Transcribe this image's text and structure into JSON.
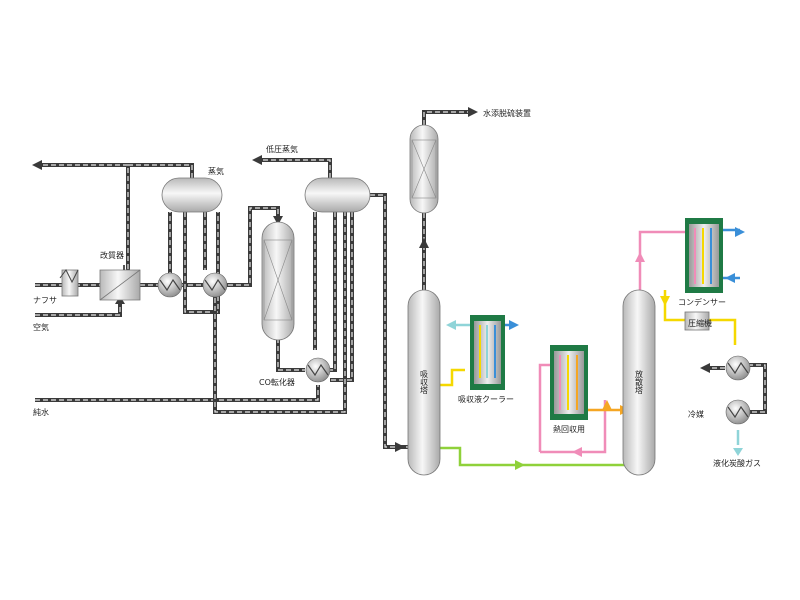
{
  "labels": {
    "naphtha": "ナフサ",
    "air": "空気",
    "pure_water": "純水",
    "reformer": "改質器",
    "steam": "蒸気",
    "low_pressure_steam": "低圧蒸気",
    "co_converter": "CO転化器",
    "hydrodesulfurizer": "水添脱硫装置",
    "absorber": "吸収塔",
    "absorbent_cooler": "吸収液クーラー",
    "heat_recovery": "熱回収用",
    "stripper": "放散塔",
    "condenser": "コンデンサー",
    "compressor": "圧縮機",
    "refrigerant": "冷媒",
    "liquefied_co2": "液化炭酸ガス"
  },
  "colors": {
    "pipe_dark": "#3a3a3a",
    "pipe_yellow": "#f5d800",
    "pipe_green": "#8fd13a",
    "pipe_pink": "#f08cb8",
    "pipe_orange": "#f5a623",
    "pipe_light_blue": "#8fd4d8",
    "pipe_blue": "#3a8fd8",
    "exchanger_frame": "#1f7a45"
  }
}
